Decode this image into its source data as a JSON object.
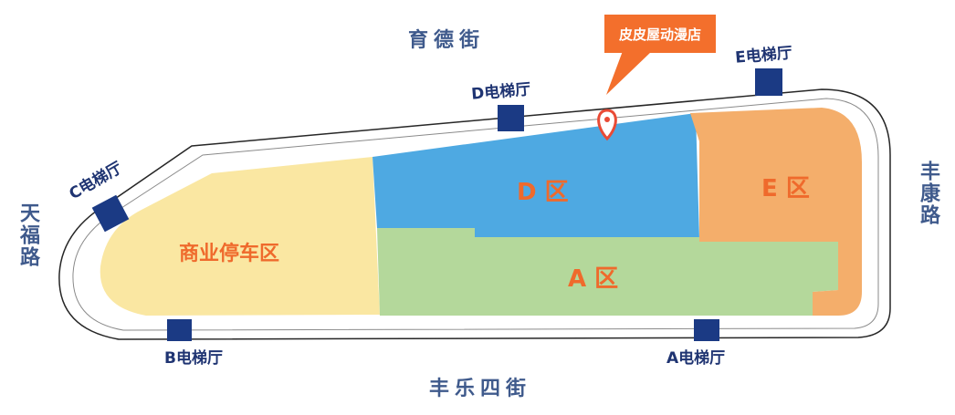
{
  "streets": {
    "north": "育德街",
    "south": "丰乐四街",
    "west": "天福路",
    "east": "丰康路"
  },
  "elevators": [
    {
      "id": "d",
      "label": "D电梯厅"
    },
    {
      "id": "e",
      "label": "E电梯厅"
    },
    {
      "id": "c",
      "label": "C电梯厅"
    },
    {
      "id": "b",
      "label": "B电梯厅"
    },
    {
      "id": "a",
      "label": "A电梯厅"
    }
  ],
  "zones": [
    {
      "id": "parking",
      "label": "商业停车区",
      "color": "#fae7a2"
    },
    {
      "id": "d",
      "label": "D 区",
      "color": "#4ea9e2"
    },
    {
      "id": "a",
      "label": "A 区",
      "color": "#b4d89b"
    },
    {
      "id": "e",
      "label": "E 区",
      "color": "#f4ae6b"
    }
  ],
  "store": {
    "name": "皮皮屋动漫店",
    "callout_color": "#f36f2c"
  },
  "colors": {
    "elevator": "#1b3a84",
    "label_text": "#1f3472",
    "street_text": "#3f5a8c",
    "zone_text": "#ef6a2c"
  }
}
